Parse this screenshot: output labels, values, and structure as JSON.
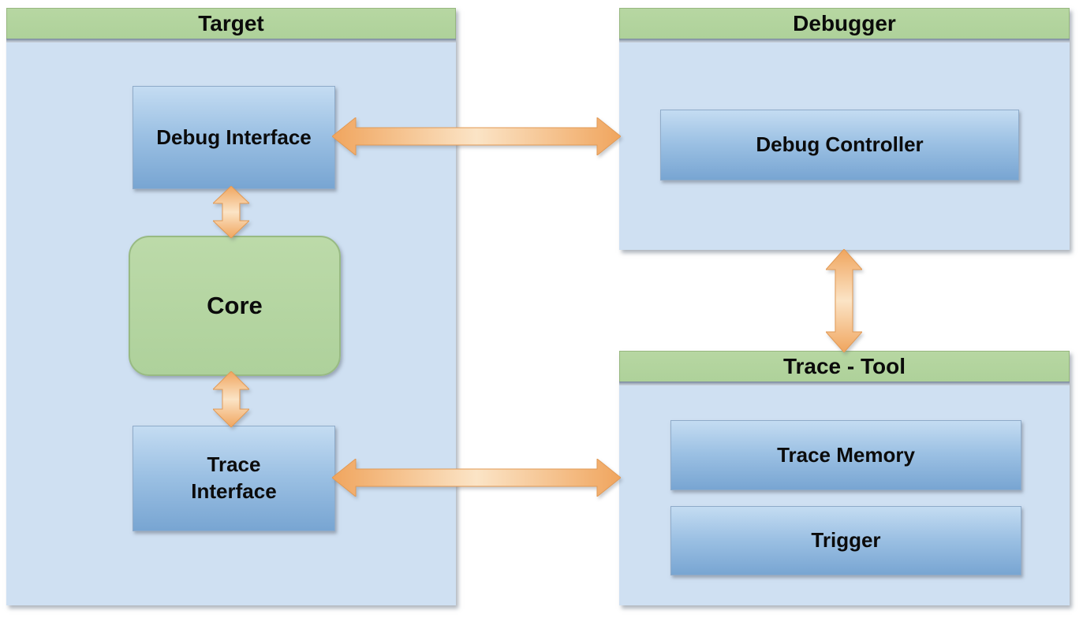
{
  "target": {
    "title": "Target",
    "debug_interface": {
      "label": "Debug Interface"
    },
    "core": {
      "label": "Core"
    },
    "trace_interface": {
      "line1": "Trace",
      "line2": "Interface"
    }
  },
  "debugger": {
    "title": "Debugger",
    "debug_controller": {
      "label": "Debug Controller"
    }
  },
  "trace_tool": {
    "title": "Trace - Tool",
    "trace_memory": {
      "label": "Trace Memory"
    },
    "trigger": {
      "label": "Trigger"
    }
  },
  "connections": [
    {
      "from": "Debug Interface",
      "to": "Debug Controller",
      "direction": "bidirectional"
    },
    {
      "from": "Debug Interface",
      "to": "Core",
      "direction": "bidirectional"
    },
    {
      "from": "Core",
      "to": "Trace Interface",
      "direction": "bidirectional"
    },
    {
      "from": "Trace Interface",
      "to": "Trace - Tool",
      "direction": "bidirectional"
    },
    {
      "from": "Debugger",
      "to": "Trace - Tool",
      "direction": "bidirectional"
    }
  ],
  "colors": {
    "background": "#ffffff",
    "block_header_green": "#b1d39c",
    "block_body_blue": "#cfe0f2",
    "box_blue_gradient_top": "#c4dcf2",
    "box_blue_gradient_bottom": "#78a5d2",
    "core_green": "#b6d7a3",
    "arrow_orange": "#f0a55e",
    "arrow_orange_light": "#fbe4c6"
  }
}
